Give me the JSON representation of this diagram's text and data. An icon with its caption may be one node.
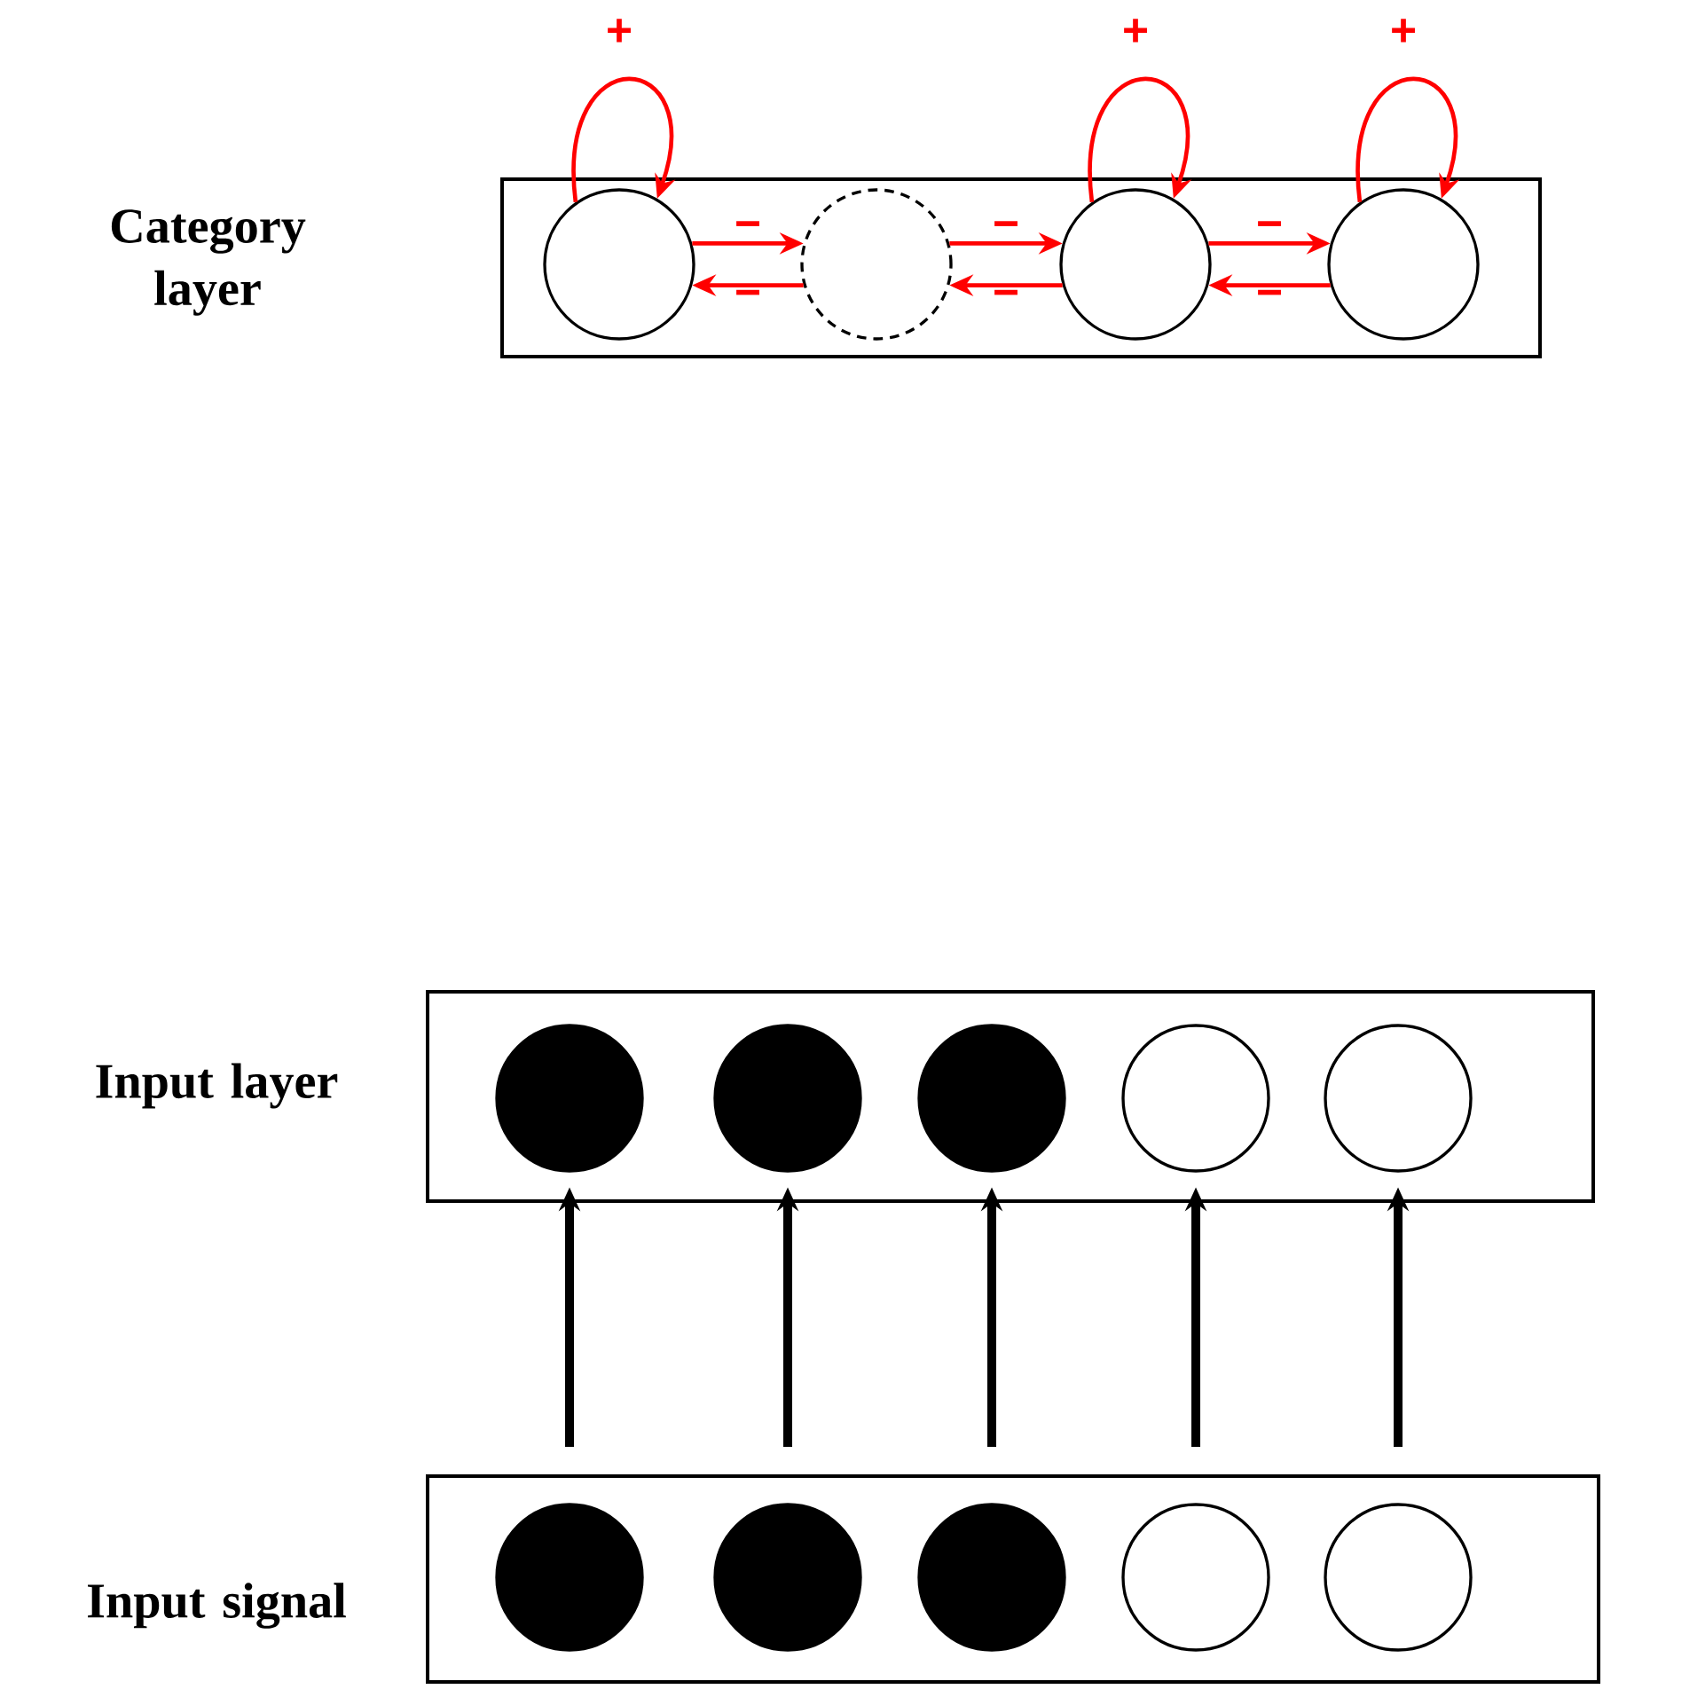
{
  "diagram": {
    "nodes": [
      {
        "text": [
          "Category layer"
        ]
      },
      {
        "text": [],
        "shape": "circle",
        "in": 0
      },
      {
        "text": [],
        "shape": "circle",
        "in": 0
      },
      {
        "text": [],
        "shape": "circle",
        "in": 0
      },
      {
        "text": [],
        "shape": "circle",
        "in": 0
      },
      {
        "text": [
          "Input layer"
        ]
      },
      {
        "text": [],
        "shape": "circle",
        "in": 5
      },
      {
        "text": [],
        "shape": "circle",
        "in": 5
      },
      {
        "text": [],
        "shape": "circle",
        "in": 5
      },
      {
        "text": [],
        "shape": "circle",
        "in": 5
      },
      {
        "text": [],
        "shape": "circle",
        "in": 5
      },
      {
        "text": [
          "Input signal"
        ]
      },
      {
        "text": [],
        "shape": "circle",
        "in": 11
      },
      {
        "text": [],
        "shape": "circle",
        "in": 11
      },
      {
        "text": [],
        "shape": "circle",
        "in": 11
      },
      {
        "text": [],
        "shape": "circle",
        "in": 11
      },
      {
        "text": [],
        "shape": "circle",
        "in": 11
      }
    ],
    "edges": [
      {
        "from": 1,
        "to": 1,
        "arrow": "to",
        "label": "+"
      },
      {
        "from": 3,
        "to": 3,
        "arrow": "to",
        "label": "+"
      },
      {
        "from": 4,
        "to": 4,
        "arrow": "to",
        "label": "+"
      },
      {
        "from": 1,
        "to": 2,
        "arrow": "to",
        "label": "−"
      },
      {
        "from": 2,
        "to": 1,
        "arrow": "to",
        "label": "−"
      },
      {
        "from": 2,
        "to": 3,
        "arrow": "to",
        "label": "−"
      },
      {
        "from": 3,
        "to": 2,
        "arrow": "to",
        "label": "−"
      },
      {
        "from": 3,
        "to": 4,
        "arrow": "to",
        "label": "−"
      },
      {
        "from": 4,
        "to": 3,
        "arrow": "to",
        "label": "−"
      },
      {
        "from": 12,
        "to": 6,
        "arrow": "to",
        "style": "thick",
        "color": "#000000"
      },
      {
        "from": 13,
        "to": 7,
        "arrow": "to",
        "style": "thick",
        "color": "#000000"
      },
      {
        "from": 14,
        "to": 8,
        "arrow": "to",
        "style": "thick",
        "color": "#000000"
      },
      {
        "from": 15,
        "to": 9,
        "arrow": "to",
        "style": "thick",
        "color": "#000000"
      },
      {
        "from": 16,
        "to": 10,
        "arrow": "to",
        "style": "thick",
        "color": "#000000"
      }
    ]
  }
}
